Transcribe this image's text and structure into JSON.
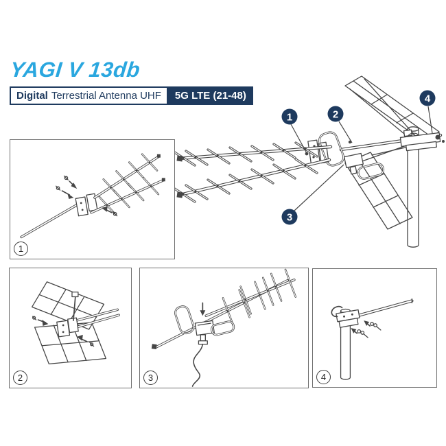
{
  "theme": {
    "blue": "#2aa7df",
    "navy": "#1e3a5e",
    "ink": "#454545",
    "panel_border": "#6e6e6e"
  },
  "header": {
    "title": "YAGI V 13db"
  },
  "banner": {
    "left_bold": "Digital",
    "left_rest": "Terrestrial Antenna UHF",
    "right": "5G LTE (21-48)"
  },
  "diagram": {
    "callouts": [
      {
        "label": "1"
      },
      {
        "label": "2"
      },
      {
        "label": "3"
      },
      {
        "label": "4"
      }
    ]
  },
  "panels": [
    {
      "label": "1"
    },
    {
      "label": "2"
    },
    {
      "label": "3"
    },
    {
      "label": "4"
    }
  ]
}
